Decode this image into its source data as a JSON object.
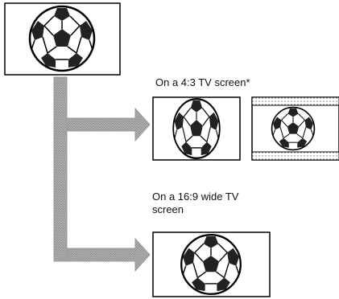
{
  "captions": {
    "tv_4_3": "On a 4:3 TV screen*",
    "tv_16_9_line1": "On a 16:9 wide TV",
    "tv_16_9_line2": "screen"
  },
  "colors": {
    "outline": "#000000",
    "arrow_fill": "#9a9a9a",
    "letterbox_bar": "#a8a8a8",
    "ball_patch": "#222222"
  },
  "icons": {
    "ball": "soccer-ball-icon",
    "arrow": "gray-arrow-icon"
  }
}
